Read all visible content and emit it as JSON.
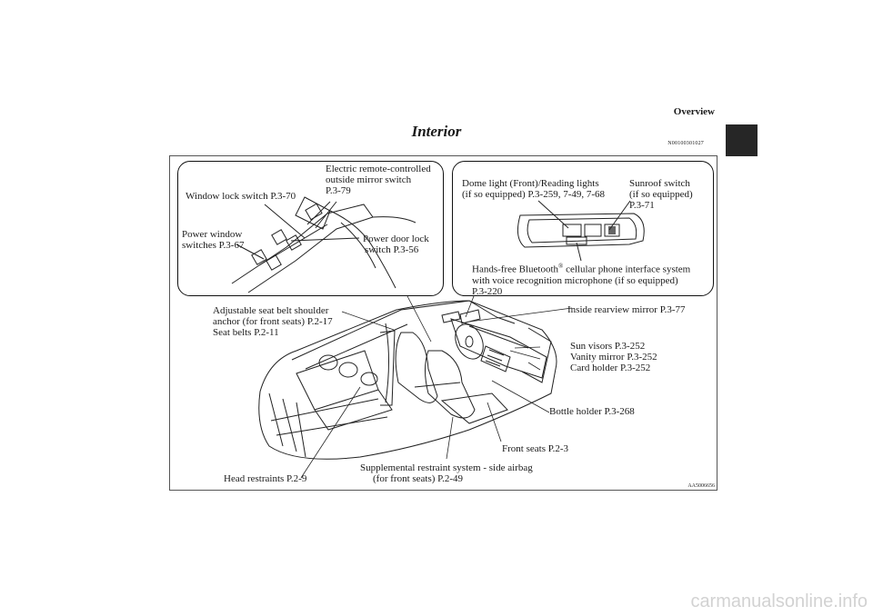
{
  "header": {
    "section": "Overview",
    "title": "Interior",
    "code": "N00100301027"
  },
  "labels": {
    "window_lock": "Window lock switch P.3-70",
    "mirror_switch": [
      "Electric remote-controlled",
      "outside mirror switch",
      "P.3-79"
    ],
    "power_window": [
      "Power window",
      "switches P.3-67"
    ],
    "door_lock": [
      "Power door lock",
      "switch P.3-56"
    ],
    "dome_light": [
      "Dome light (Front)/Reading lights",
      "(if so equipped) P.3-259, 7-49, 7-68"
    ],
    "sunroof": [
      "Sunroof switch",
      "(if so equipped)",
      "P.3-71"
    ],
    "bluetooth": {
      "line1a": "Hands-free Bluetooth",
      "line1b": "®",
      "line1c": " cellular phone interface system",
      "line2": "with voice recognition microphone (if so equipped)",
      "line3": "P.3-220"
    },
    "seat_belt": [
      "Adjustable seat belt shoulder",
      "anchor (for front seats) P.2-17",
      "Seat belts P.2-11"
    ],
    "rearview": "Inside rearview mirror P.3-77",
    "visors": [
      "Sun visors P.3-252",
      "Vanity mirror P.3-252",
      "Card holder P.3-252"
    ],
    "bottle": "Bottle holder P.3-268",
    "front_seats": "Front seats P.2-3",
    "airbag": [
      "Supplemental restraint system - side airbag",
      "(for front seats) P.2-49"
    ],
    "head_restraints": "Head restraints P.2-9"
  },
  "figure_ref": "AA5006656",
  "watermark": "carmanualsonline.info"
}
